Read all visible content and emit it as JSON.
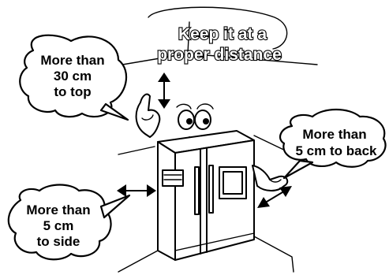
{
  "title": {
    "line1": "Keep it at a",
    "line2": "proper distance"
  },
  "bubbles": {
    "top": {
      "line1": "More than",
      "line2": "30 cm",
      "line3": "to top"
    },
    "back": {
      "line1": "More than",
      "line2": "5 cm to back"
    },
    "side": {
      "line1": "More than",
      "line2": "5 cm",
      "line3": "to side"
    }
  },
  "colors": {
    "ink": "#000000",
    "paper": "#ffffff"
  },
  "icons": [
    "refrigerator-character",
    "clearance-arrow",
    "speech-bubble"
  ]
}
